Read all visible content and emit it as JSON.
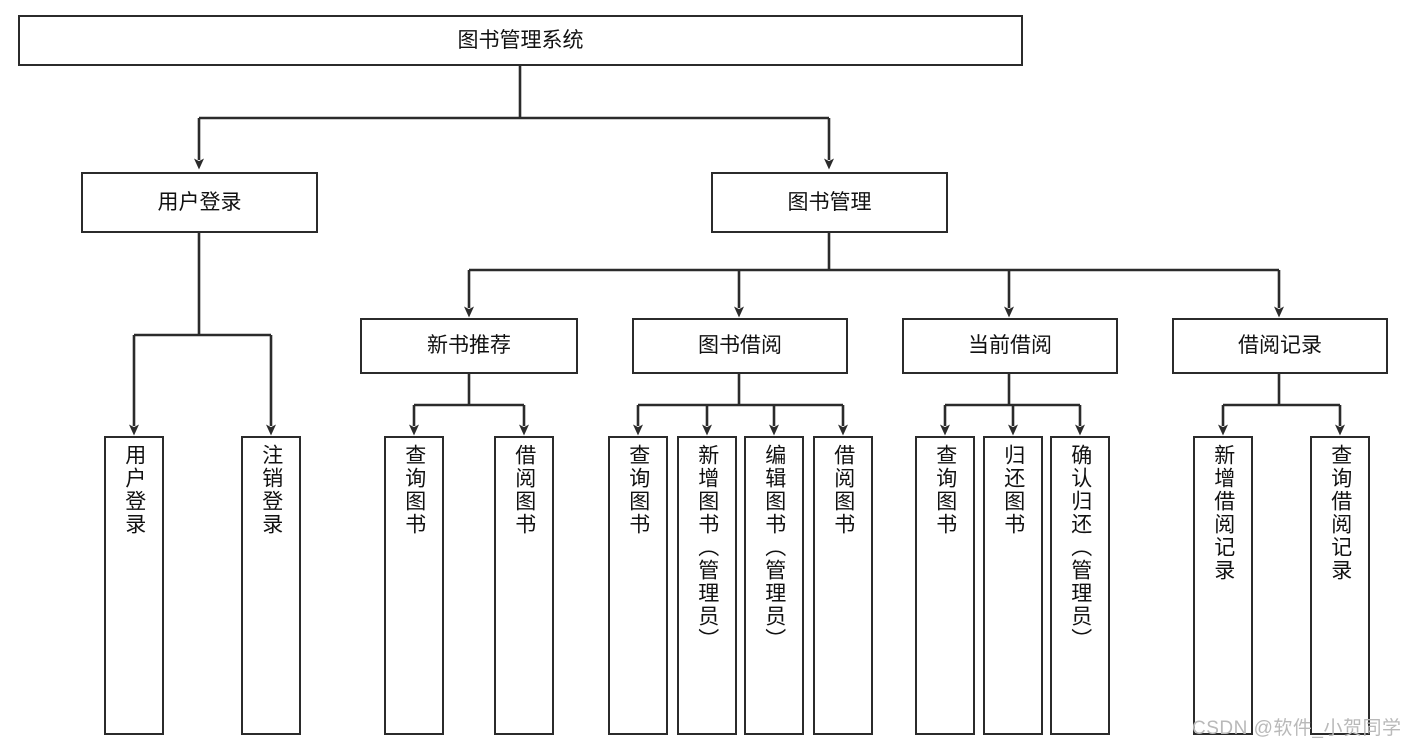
{
  "diagram": {
    "title": "图书管理系统",
    "type": "tree-hierarchy",
    "watermark": "CSDN @软件_小贺同学",
    "colors": {
      "box_border": "#2b2b2b",
      "box_fill": "#ffffff",
      "connector": "#2b2b2b",
      "text": "#111111",
      "watermark": "#b9b9b9"
    },
    "nodes": {
      "root": {
        "label": "图书管理系统"
      },
      "level2": [
        {
          "label": "用户登录"
        },
        {
          "label": "图书管理"
        }
      ],
      "level3": [
        {
          "label": "新书推荐"
        },
        {
          "label": "图书借阅"
        },
        {
          "label": "当前借阅"
        },
        {
          "label": "借阅记录"
        }
      ],
      "leaves": {
        "user_login": [
          {
            "label": "用户登录"
          },
          {
            "label": "注销登录"
          }
        ],
        "new_book_recommend": [
          {
            "label": "查询图书"
          },
          {
            "label": "借阅图书"
          }
        ],
        "book_borrow": [
          {
            "label": "查询图书"
          },
          {
            "label": "新增图书（管理员）"
          },
          {
            "label": "编辑图书（管理员）"
          },
          {
            "label": "借阅图书"
          }
        ],
        "current_borrow": [
          {
            "label": "查询图书"
          },
          {
            "label": "归还图书"
          },
          {
            "label": "确认归还（管理员）"
          }
        ],
        "borrow_records": [
          {
            "label": "新增借阅记录"
          },
          {
            "label": "查询借阅记录"
          }
        ]
      }
    }
  }
}
